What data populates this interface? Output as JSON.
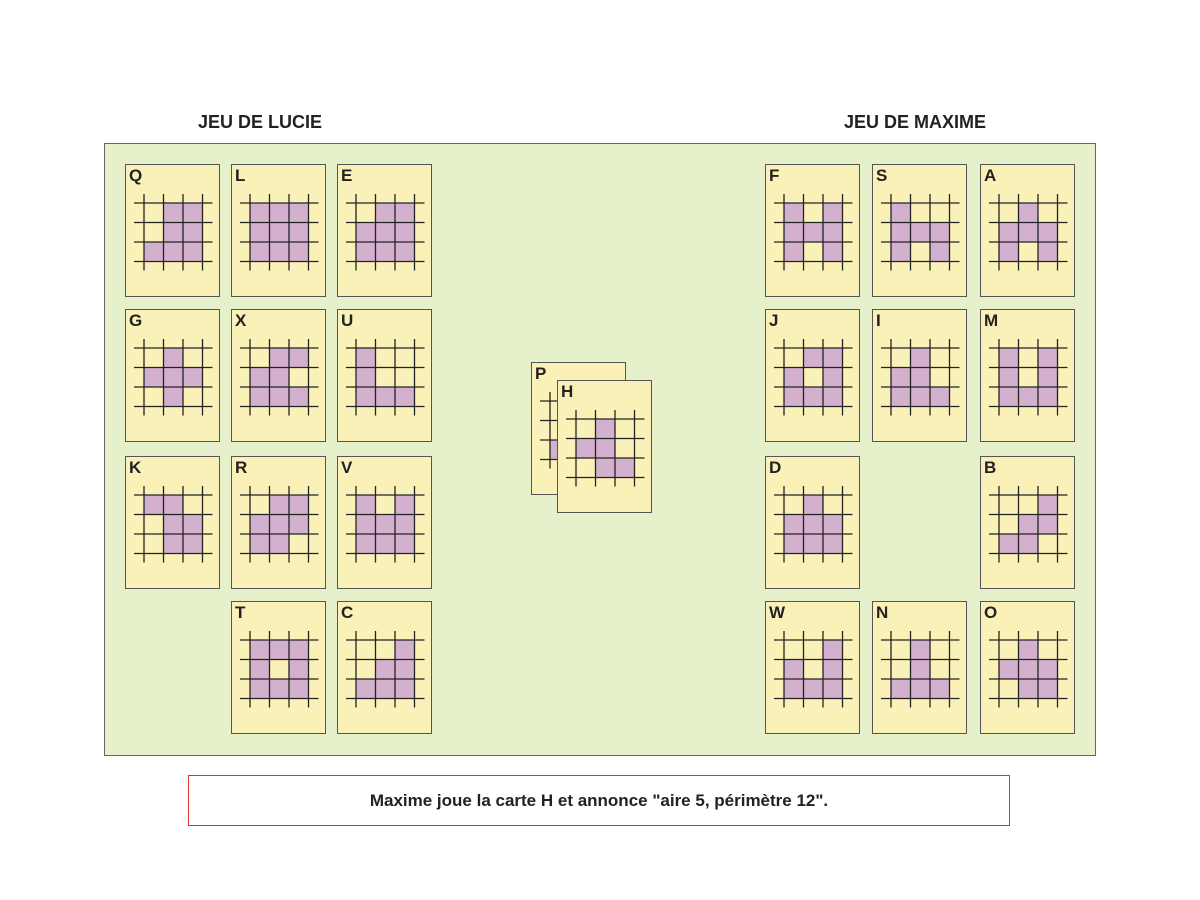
{
  "left_title": "JEU DE LUCIE",
  "right_title": "JEU DE MAXIME",
  "message": "Maxime joue la carte H et annonce \"aire 5, périmètre 12\".",
  "colors": {
    "board": "#e6f0cb",
    "card": "#f9f1b8",
    "cell": "#d4b0cf",
    "border": "#e03030"
  },
  "lucie_cards": [
    {
      "letter": "Q",
      "shape": [
        ".XX",
        ".XX",
        "XXX"
      ]
    },
    {
      "letter": "L",
      "shape": [
        "XXX",
        "XXX",
        "XXX"
      ]
    },
    {
      "letter": "E",
      "shape": [
        ".XX",
        "XXX",
        "XXX"
      ]
    },
    {
      "letter": "G",
      "shape": [
        ".X.",
        "XXX",
        ".X."
      ]
    },
    {
      "letter": "X",
      "shape": [
        ".XX",
        "XX.",
        "XXX"
      ]
    },
    {
      "letter": "U",
      "shape": [
        "X..",
        "X..",
        "XXX"
      ]
    },
    {
      "letter": "K",
      "shape": [
        "XX.",
        ".XX",
        ".XX"
      ]
    },
    {
      "letter": "R",
      "shape": [
        ".XX",
        "XXX",
        "XX."
      ]
    },
    {
      "letter": "V",
      "shape": [
        "X.X",
        "XXX",
        "XXX"
      ]
    },
    {
      "letter": "T",
      "shape": [
        "XXX",
        "X.X",
        "XXX"
      ]
    },
    {
      "letter": "C",
      "shape": [
        "..X",
        ".XX",
        "XXX"
      ]
    }
  ],
  "maxime_cards": [
    {
      "letter": "F",
      "shape": [
        "X.X",
        "XXX",
        "X.X"
      ]
    },
    {
      "letter": "S",
      "shape": [
        "X..",
        "XXX",
        "X.X"
      ]
    },
    {
      "letter": "A",
      "shape": [
        ".X.",
        "XXX",
        "X.X"
      ]
    },
    {
      "letter": "J",
      "shape": [
        ".XX",
        "X.X",
        "XXX"
      ]
    },
    {
      "letter": "I",
      "shape": [
        ".X.",
        "XX.",
        "XXX"
      ]
    },
    {
      "letter": "M",
      "shape": [
        "X.X",
        "X.X",
        "XXX"
      ]
    },
    {
      "letter": "D",
      "shape": [
        ".X.",
        "XXX",
        "XXX"
      ]
    },
    {
      "letter": "B",
      "shape": [
        "..X",
        ".XX",
        "XX."
      ]
    },
    {
      "letter": "W",
      "shape": [
        "..X",
        "X.X",
        "XXX"
      ]
    },
    {
      "letter": "N",
      "shape": [
        ".X.",
        ".X.",
        "XXX"
      ]
    },
    {
      "letter": "O",
      "shape": [
        ".X.",
        "XXX",
        ".XX"
      ]
    }
  ],
  "played_cards": [
    {
      "letter": "P",
      "shape": [
        "...",
        "...",
        "X.."
      ]
    },
    {
      "letter": "H",
      "shape": [
        ".X.",
        "XX.",
        ".XX"
      ]
    }
  ]
}
